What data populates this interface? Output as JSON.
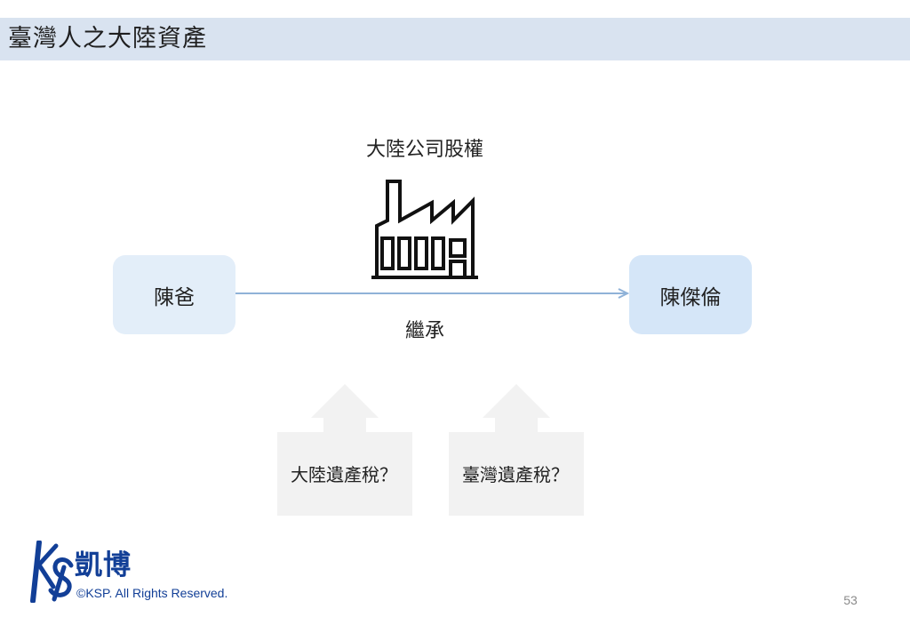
{
  "title": "臺灣人之大陸資產",
  "asset": {
    "label": "大陸公司股權",
    "icon": "factory-icon"
  },
  "from_person": "陳爸",
  "to_person": "陳傑倫",
  "relation": "繼承",
  "taxes": [
    {
      "label": "大陸遺產稅？"
    },
    {
      "label": "臺灣遺產稅？"
    }
  ],
  "footer": {
    "logo_text": "凱博",
    "logo_mark": "KSP",
    "copyright": "©KSP. All Rights Reserved.",
    "page_number": "53"
  },
  "colors": {
    "title_bar": "#d9e3f0",
    "person_left_fill": "#e3eef9",
    "person_right_fill": "#d5e6f8",
    "arrow": "#8fb2d8",
    "tax_arrow_fill": "#f2f2f2",
    "logo_blue": "#123f97",
    "page_number": "#8a8a8a"
  }
}
